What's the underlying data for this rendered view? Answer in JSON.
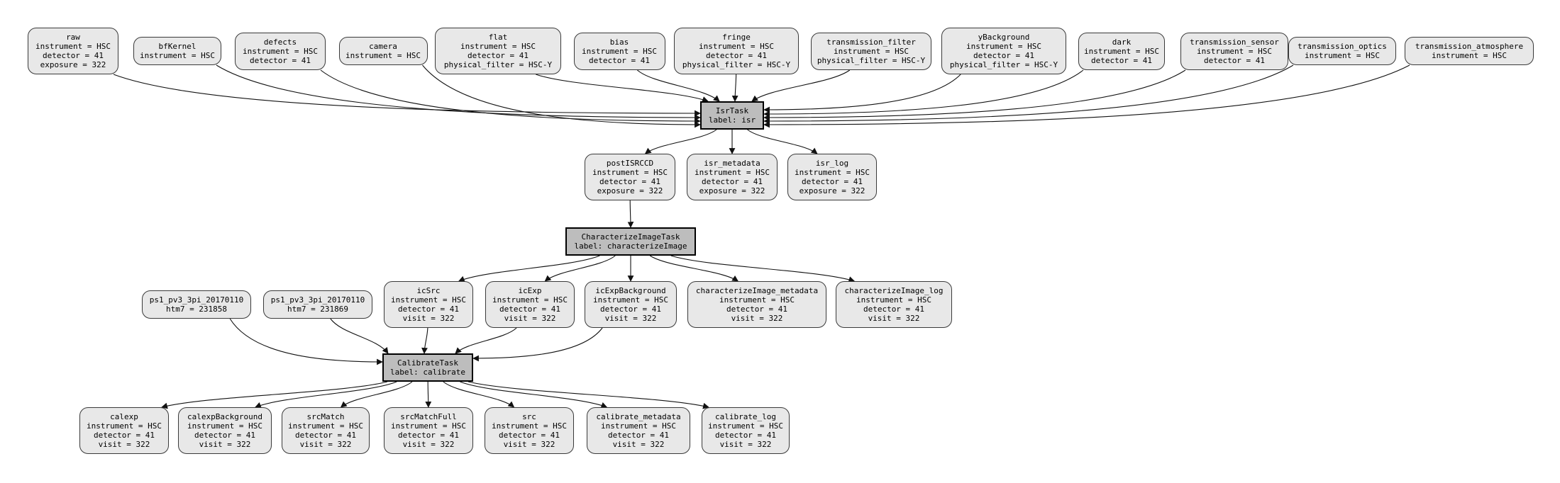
{
  "diagram": {
    "type": "pipeline-quantum-graph",
    "colors": {
      "background": "#ffffff",
      "dataset_fill": "#e8e8e8",
      "dataset_border": "#3a3a3a",
      "task_fill": "#bdbdbd",
      "task_border": "#000000",
      "edge": "#111111",
      "text": "#000000"
    },
    "nodes": [
      {
        "id": "raw",
        "kind": "dataset",
        "lines": [
          "raw",
          "instrument = HSC",
          "detector = 41",
          "exposure = 322"
        ]
      },
      {
        "id": "bfKernel",
        "kind": "dataset",
        "lines": [
          "bfKernel",
          "instrument = HSC"
        ]
      },
      {
        "id": "defects",
        "kind": "dataset",
        "lines": [
          "defects",
          "instrument = HSC",
          "detector = 41"
        ]
      },
      {
        "id": "camera",
        "kind": "dataset",
        "lines": [
          "camera",
          "instrument = HSC"
        ]
      },
      {
        "id": "flat",
        "kind": "dataset",
        "lines": [
          "flat",
          "instrument = HSC",
          "detector = 41",
          "physical_filter = HSC-Y"
        ]
      },
      {
        "id": "bias",
        "kind": "dataset",
        "lines": [
          "bias",
          "instrument = HSC",
          "detector = 41"
        ]
      },
      {
        "id": "fringe",
        "kind": "dataset",
        "lines": [
          "fringe",
          "instrument = HSC",
          "detector = 41",
          "physical_filter = HSC-Y"
        ]
      },
      {
        "id": "transmission_filter",
        "kind": "dataset",
        "lines": [
          "transmission_filter",
          "instrument = HSC",
          "physical_filter = HSC-Y"
        ]
      },
      {
        "id": "yBackground",
        "kind": "dataset",
        "lines": [
          "yBackground",
          "instrument = HSC",
          "detector = 41",
          "physical_filter = HSC-Y"
        ]
      },
      {
        "id": "dark",
        "kind": "dataset",
        "lines": [
          "dark",
          "instrument = HSC",
          "detector = 41"
        ]
      },
      {
        "id": "transmission_sensor",
        "kind": "dataset",
        "lines": [
          "transmission_sensor",
          "instrument = HSC",
          "detector = 41"
        ]
      },
      {
        "id": "transmission_optics",
        "kind": "dataset",
        "lines": [
          "transmission_optics",
          "instrument = HSC"
        ]
      },
      {
        "id": "transmission_atmosphere",
        "kind": "dataset",
        "lines": [
          "transmission_atmosphere",
          "instrument = HSC"
        ]
      },
      {
        "id": "isrTask",
        "kind": "task",
        "lines": [
          "IsrTask",
          "label: isr"
        ]
      },
      {
        "id": "postISRCCD",
        "kind": "dataset",
        "lines": [
          "postISRCCD",
          "instrument = HSC",
          "detector = 41",
          "exposure = 322"
        ]
      },
      {
        "id": "isr_metadata",
        "kind": "dataset",
        "lines": [
          "isr_metadata",
          "instrument = HSC",
          "detector = 41",
          "exposure = 322"
        ]
      },
      {
        "id": "isr_log",
        "kind": "dataset",
        "lines": [
          "isr_log",
          "instrument = HSC",
          "detector = 41",
          "exposure = 322"
        ]
      },
      {
        "id": "characterizeImageTask",
        "kind": "task",
        "lines": [
          "CharacterizeImageTask",
          "label: characterizeImage"
        ]
      },
      {
        "id": "ps1_htm7_231858",
        "kind": "dataset",
        "lines": [
          "ps1_pv3_3pi_20170110",
          "htm7 = 231858"
        ]
      },
      {
        "id": "ps1_htm7_231869",
        "kind": "dataset",
        "lines": [
          "ps1_pv3_3pi_20170110",
          "htm7 = 231869"
        ]
      },
      {
        "id": "icSrc",
        "kind": "dataset",
        "lines": [
          "icSrc",
          "instrument = HSC",
          "detector = 41",
          "visit = 322"
        ]
      },
      {
        "id": "icExp",
        "kind": "dataset",
        "lines": [
          "icExp",
          "instrument = HSC",
          "detector = 41",
          "visit = 322"
        ]
      },
      {
        "id": "icExpBackground",
        "kind": "dataset",
        "lines": [
          "icExpBackground",
          "instrument = HSC",
          "detector = 41",
          "visit = 322"
        ]
      },
      {
        "id": "characterizeImage_metadata",
        "kind": "dataset",
        "lines": [
          "characterizeImage_metadata",
          "instrument = HSC",
          "detector = 41",
          "visit = 322"
        ]
      },
      {
        "id": "characterizeImage_log",
        "kind": "dataset",
        "lines": [
          "characterizeImage_log",
          "instrument = HSC",
          "detector = 41",
          "visit = 322"
        ]
      },
      {
        "id": "calibrateTask",
        "kind": "task",
        "lines": [
          "CalibrateTask",
          "label: calibrate"
        ]
      },
      {
        "id": "calexp",
        "kind": "dataset",
        "lines": [
          "calexp",
          "instrument = HSC",
          "detector = 41",
          "visit = 322"
        ]
      },
      {
        "id": "calexpBackground",
        "kind": "dataset",
        "lines": [
          "calexpBackground",
          "instrument = HSC",
          "detector = 41",
          "visit = 322"
        ]
      },
      {
        "id": "srcMatch",
        "kind": "dataset",
        "lines": [
          "srcMatch",
          "instrument = HSC",
          "detector = 41",
          "visit = 322"
        ]
      },
      {
        "id": "srcMatchFull",
        "kind": "dataset",
        "lines": [
          "srcMatchFull",
          "instrument = HSC",
          "detector = 41",
          "visit = 322"
        ]
      },
      {
        "id": "src",
        "kind": "dataset",
        "lines": [
          "src",
          "instrument = HSC",
          "detector = 41",
          "visit = 322"
        ]
      },
      {
        "id": "calibrate_metadata",
        "kind": "dataset",
        "lines": [
          "calibrate_metadata",
          "instrument = HSC",
          "detector = 41",
          "visit = 322"
        ]
      },
      {
        "id": "calibrate_log",
        "kind": "dataset",
        "lines": [
          "calibrate_log",
          "instrument = HSC",
          "detector = 41",
          "visit = 322"
        ]
      }
    ],
    "edges": [
      {
        "from": "raw",
        "to": "isrTask"
      },
      {
        "from": "bfKernel",
        "to": "isrTask"
      },
      {
        "from": "defects",
        "to": "isrTask"
      },
      {
        "from": "camera",
        "to": "isrTask"
      },
      {
        "from": "flat",
        "to": "isrTask"
      },
      {
        "from": "bias",
        "to": "isrTask"
      },
      {
        "from": "fringe",
        "to": "isrTask"
      },
      {
        "from": "transmission_filter",
        "to": "isrTask"
      },
      {
        "from": "yBackground",
        "to": "isrTask"
      },
      {
        "from": "dark",
        "to": "isrTask"
      },
      {
        "from": "transmission_sensor",
        "to": "isrTask"
      },
      {
        "from": "transmission_optics",
        "to": "isrTask"
      },
      {
        "from": "transmission_atmosphere",
        "to": "isrTask"
      },
      {
        "from": "isrTask",
        "to": "postISRCCD"
      },
      {
        "from": "isrTask",
        "to": "isr_metadata"
      },
      {
        "from": "isrTask",
        "to": "isr_log"
      },
      {
        "from": "postISRCCD",
        "to": "characterizeImageTask"
      },
      {
        "from": "characterizeImageTask",
        "to": "icSrc"
      },
      {
        "from": "characterizeImageTask",
        "to": "icExp"
      },
      {
        "from": "characterizeImageTask",
        "to": "icExpBackground"
      },
      {
        "from": "characterizeImageTask",
        "to": "characterizeImage_metadata"
      },
      {
        "from": "characterizeImageTask",
        "to": "characterizeImage_log"
      },
      {
        "from": "ps1_htm7_231858",
        "to": "calibrateTask"
      },
      {
        "from": "ps1_htm7_231869",
        "to": "calibrateTask"
      },
      {
        "from": "icSrc",
        "to": "calibrateTask"
      },
      {
        "from": "icExp",
        "to": "calibrateTask"
      },
      {
        "from": "icExpBackground",
        "to": "calibrateTask"
      },
      {
        "from": "calibrateTask",
        "to": "calexp"
      },
      {
        "from": "calibrateTask",
        "to": "calexpBackground"
      },
      {
        "from": "calibrateTask",
        "to": "srcMatch"
      },
      {
        "from": "calibrateTask",
        "to": "srcMatchFull"
      },
      {
        "from": "calibrateTask",
        "to": "src"
      },
      {
        "from": "calibrateTask",
        "to": "calibrate_metadata"
      },
      {
        "from": "calibrateTask",
        "to": "calibrate_log"
      }
    ]
  }
}
